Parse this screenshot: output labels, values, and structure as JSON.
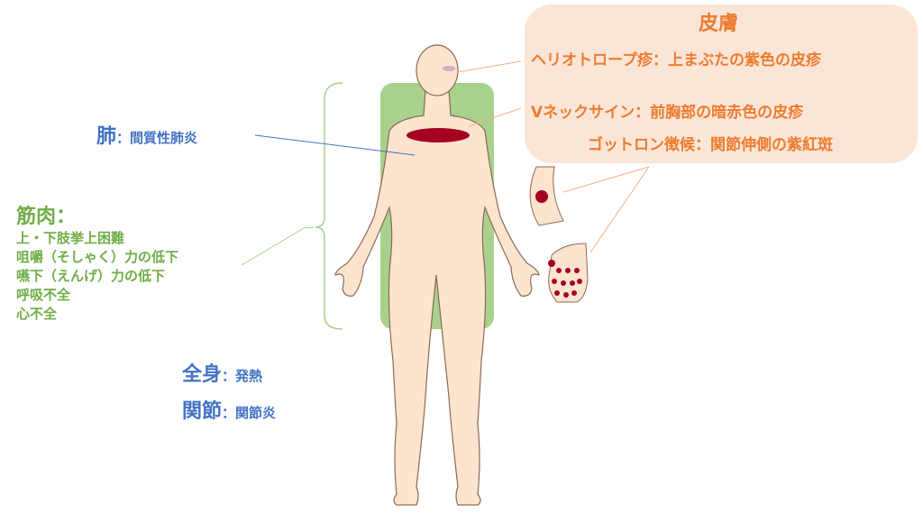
{
  "colors": {
    "lung": "#4472C4",
    "muscle": "#70AD47",
    "skin": "#ED7D31",
    "rash": "#A50021"
  },
  "skin": {
    "title": "皮膚",
    "items": [
      "ヘリオトロープ疹：上まぶたの紫色の皮疹",
      "Vネックサイン：前胸部の暗赤色の皮疹",
      "ゴットロン徴候：関節伸側の紫紅斑"
    ]
  },
  "lung": {
    "title": "肺",
    "detail": "：間質性肺炎"
  },
  "muscle": {
    "title": "筋肉：",
    "items": [
      "上・下肢挙上困難",
      "咀嚼（そしゃく）力の低下",
      "嚥下（えんげ）力の低下",
      "呼吸不全",
      "心不全"
    ]
  },
  "whole_body": {
    "title": "全身",
    "detail": "：発熱"
  },
  "joint": {
    "title": "関節",
    "detail": "：関節炎"
  }
}
